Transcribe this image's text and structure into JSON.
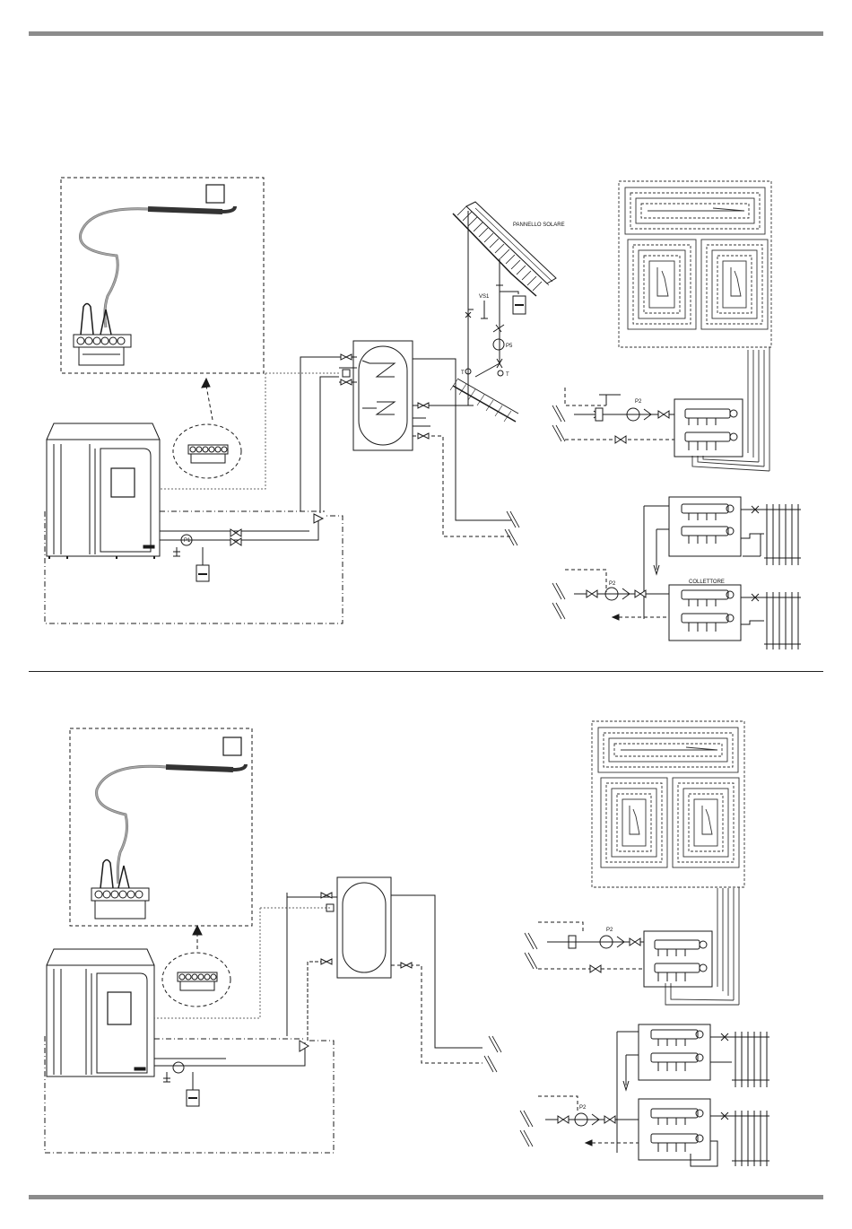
{
  "diagram": {
    "solar_panel_label": "PANNELLO SOLARE",
    "collector_label": "COLLETTORE",
    "labels": {
      "pump_solar": "P5",
      "pump_floor": "P2",
      "pump_radiator": "P2",
      "pump_boiler": "P1",
      "valve_solar": "VS1",
      "sensor_t1": "T",
      "sensor_t2": "T"
    }
  },
  "colors": {
    "line": "#1a1a1a",
    "frame": "#8c8c8c"
  }
}
